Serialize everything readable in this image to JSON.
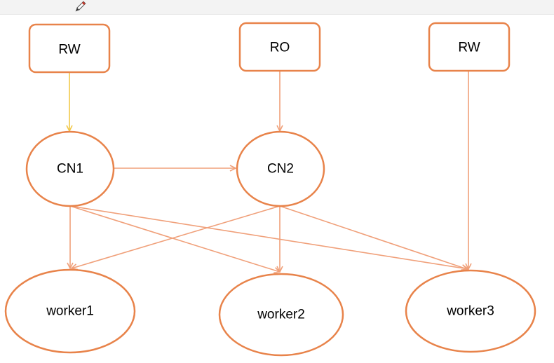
{
  "diagram": {
    "nodes": {
      "rw1": {
        "label": "RW"
      },
      "ro": {
        "label": "RO"
      },
      "rw2": {
        "label": "RW"
      },
      "cn1": {
        "label": "CN1"
      },
      "cn2": {
        "label": "CN2"
      },
      "worker1": {
        "label": "worker1"
      },
      "worker2": {
        "label": "worker2"
      },
      "worker3": {
        "label": "worker3"
      }
    },
    "edges": [
      {
        "from": "rw1",
        "to": "cn1",
        "color": "#f2c94a"
      },
      {
        "from": "ro",
        "to": "cn2",
        "color": "#f0a07a"
      },
      {
        "from": "rw2",
        "to": "worker3",
        "color": "#f0a07a"
      },
      {
        "from": "cn1",
        "to": "cn2",
        "color": "#f0a07a"
      },
      {
        "from": "cn1",
        "to": "worker1",
        "color": "#f0a07a"
      },
      {
        "from": "cn1",
        "to": "worker2",
        "color": "#f0a07a"
      },
      {
        "from": "cn1",
        "to": "worker3",
        "color": "#f0a07a"
      },
      {
        "from": "cn2",
        "to": "worker1",
        "color": "#f0a07a"
      },
      {
        "from": "cn2",
        "to": "worker2",
        "color": "#f0a07a"
      },
      {
        "from": "cn2",
        "to": "worker3",
        "color": "#f0a07a"
      }
    ],
    "colors": {
      "node_stroke": "#e8834a",
      "edge": "#f0a07a",
      "edge_highlight": "#f2c94a"
    }
  },
  "toolbar": {
    "pen_icon": "pen-icon"
  }
}
